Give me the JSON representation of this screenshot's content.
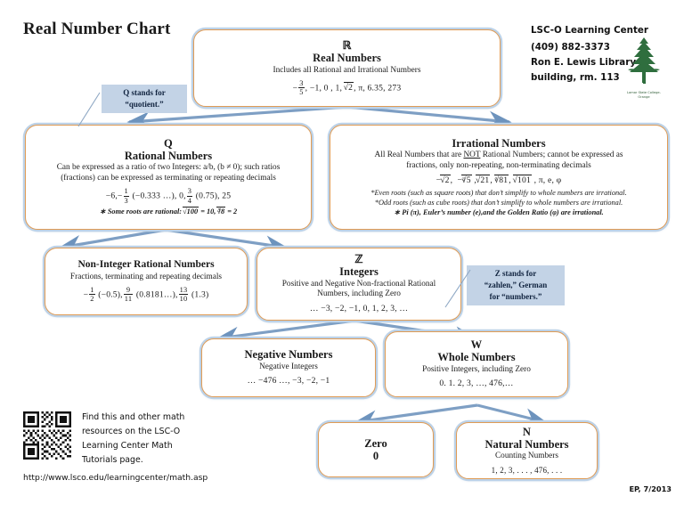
{
  "page": {
    "title": "Real Number Chart",
    "credit": "EP, 7/2013"
  },
  "org": {
    "name": "LSC-O Learning Center",
    "phone": "(409) 882-3373",
    "address_line1": "Ron E. Lewis Library",
    "address_line2": "building, rm. 113",
    "logo_caption_line1": "Lamar State College-",
    "logo_caption_line2": "Orange",
    "logo_icon": "pine-tree-icon"
  },
  "footer": {
    "qr_icon": "qr-code-icon",
    "line1": "Find this and other math",
    "line2": "resources on the LSC-O",
    "line3": "Learning Center Math",
    "line4": "Tutorials page.",
    "url": "http://www.lsco.edu/learningcenter/math.asp"
  },
  "callouts": [
    {
      "id": "q-callout",
      "line1": "Q stands for",
      "line2": "“quotient.”"
    },
    {
      "id": "z-callout",
      "line1": "Z stands for",
      "line2": "“zahlen,” German",
      "line3": "for “numbers.”"
    }
  ],
  "nodes": {
    "real": {
      "symbol": "ℝ",
      "title": "Real Numbers",
      "desc": "Includes all Rational and Irrational Numbers",
      "examples_plain": "− 3/5 , −1, 0 , 1, √2, π, 6.35, 273"
    },
    "rational": {
      "symbol": "Q",
      "title": "Rational Numbers",
      "desc_line1": "Can be expressed as a ratio of two Integers:  a/b, (b ≠ 0); such ratios",
      "desc_line2": "(fractions) can be expressed as terminating or repeating decimals",
      "examples_plain": "−6, − 1/3 (−0.333 …), 0, 3/4 (0.75), 25",
      "note": "∗ Some roots are rational: √100 = 10, ∛8 = 2"
    },
    "irrational": {
      "title": "Irrational Numbers",
      "desc_line1_a": "All Real Numbers that are ",
      "desc_line1_not": "NOT",
      "desc_line1_b": " Rational Numbers; cannot be expressed as",
      "desc_line2": "fractions, only non-repeating, non-terminating decimals",
      "examples_plain": "−√2,  −∛5 , √21, ∜81, √101 , π, e, φ",
      "note1": "*Even roots (such as square roots) that don’t simplify to whole numbers are irrational.",
      "note2": "*Odd roots (such as cube roots) that don’t simplify to whole numbers are irrational.",
      "note3": "∗ Pi (π),  Euler’s number (e),and the Golden Ratio (φ) are irrational."
    },
    "noninteger": {
      "title": "Non-Integer Rational Numbers",
      "desc": "Fractions, terminating and repeating decimals",
      "examples_plain": "− 1/2 (−0.5), 9/11 (0.8181…), 13/10 (1.3)"
    },
    "integers": {
      "symbol": "ℤ",
      "title": "Integers",
      "desc_line1": "Positive and Negative Non-fractional Rational",
      "desc_line2": "Numbers, including Zero",
      "examples": "… −3, −2, −1, 0, 1, 2, 3, …"
    },
    "negative": {
      "title": "Negative Numbers",
      "desc": "Negative Integers",
      "examples": "… −476 …, −3, −2, −1"
    },
    "whole": {
      "symbol": "W",
      "title": "Whole Numbers",
      "desc": "Positive Integers, including Zero",
      "examples": "0. 1. 2, 3, …, 476,…"
    },
    "zero": {
      "title": "Zero",
      "examples": "0"
    },
    "natural": {
      "symbol": "N",
      "title": "Natural Numbers",
      "desc": "Counting Numbers",
      "examples": "1, 2, 3, . . . , 476, . . ."
    }
  },
  "colors": {
    "box_border": "#E09B54",
    "box_glow": "#bcd2e8",
    "arrow": "#7e9fc4",
    "callout_bg": "#c3d3e6",
    "tree_green": "#2f6e3e"
  }
}
